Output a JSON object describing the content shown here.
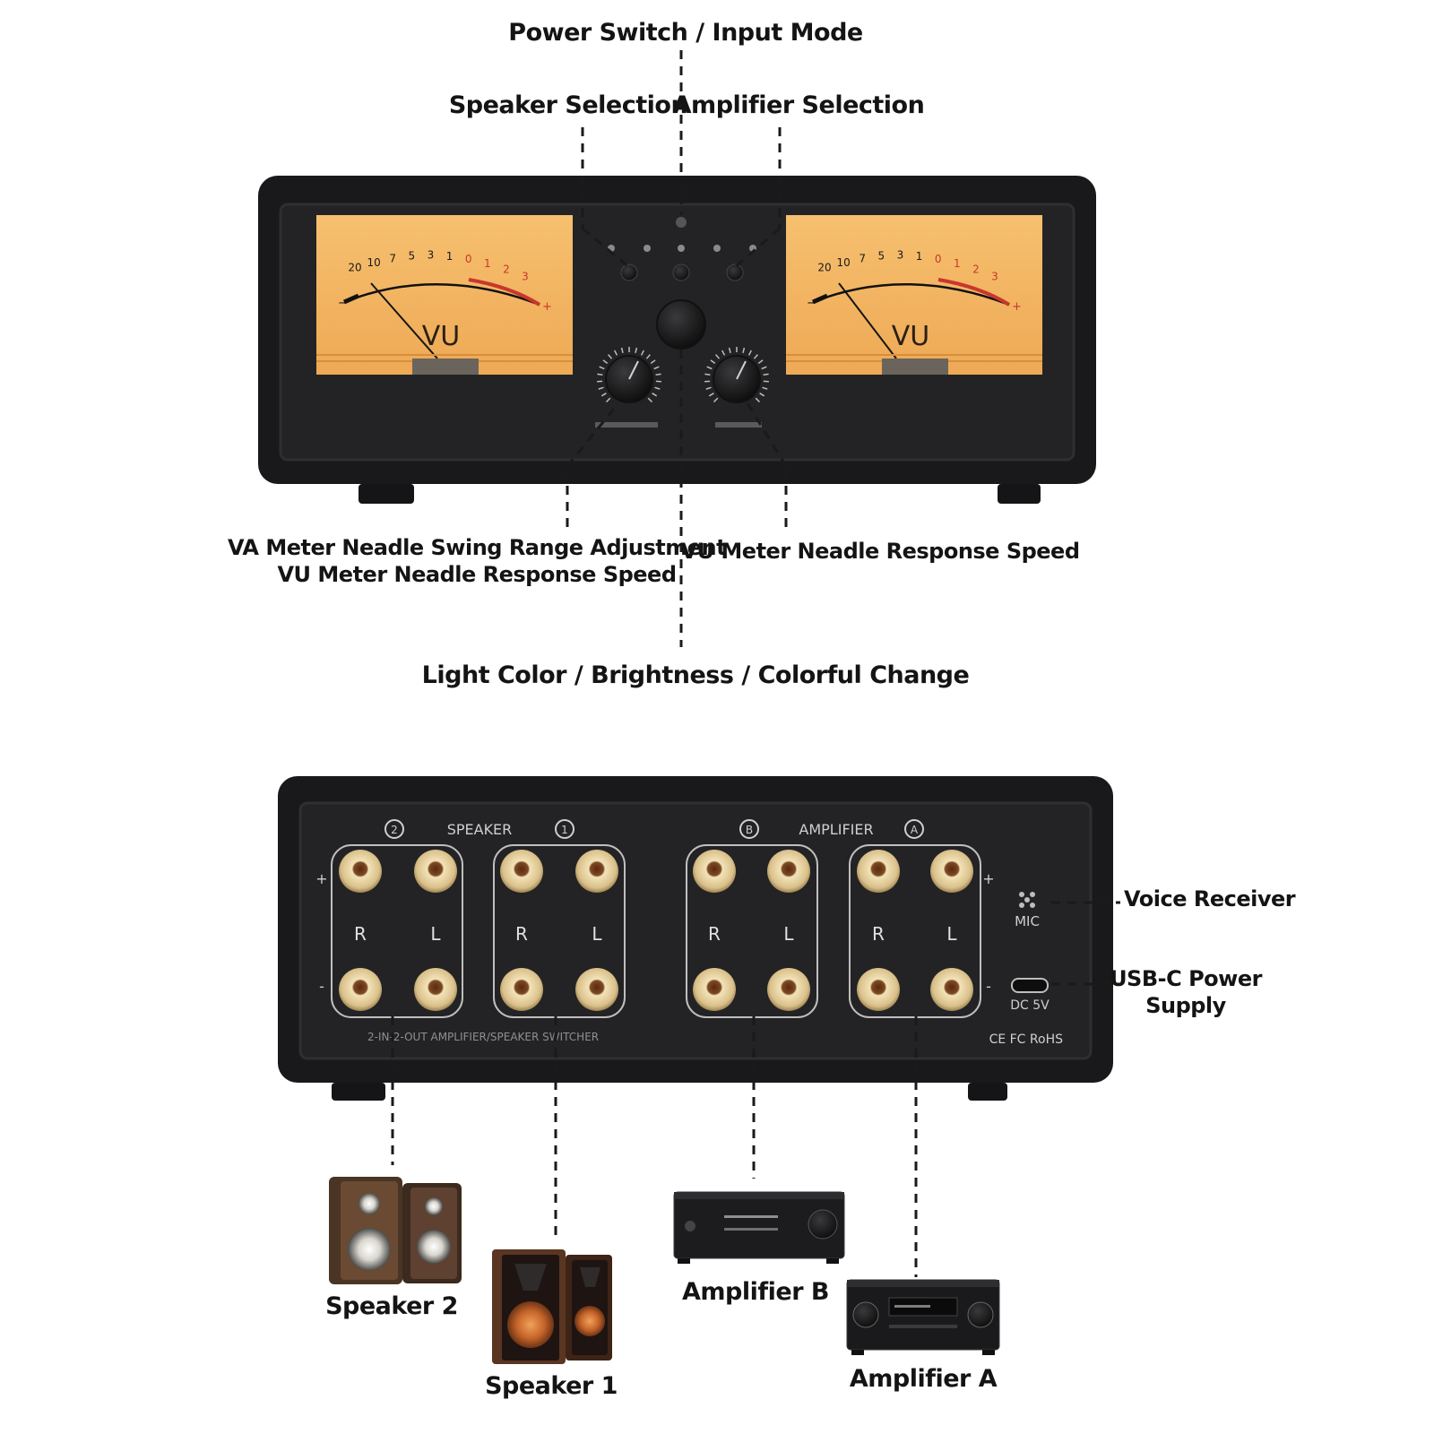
{
  "top_labels": {
    "power_switch": "Power Switch / Input Mode",
    "speaker_selection": "Speaker Selection",
    "amplifier_selection": "Amplifier Selection",
    "swing_range": "VA Meter Neadle Swing Range Adjustment\nVU Meter Neadle Response Speed",
    "response_speed": "VU Meter Neadle Response Speed",
    "light_color": "Light Color / Brightness / Colorful Change"
  },
  "front_panel": {
    "meter_left": {
      "scale": [
        "20",
        "10",
        "7",
        "5",
        "3",
        "1",
        "0",
        "1",
        "2",
        "3"
      ],
      "face_text": "VU"
    },
    "meter_right": {
      "scale": [
        "20",
        "10",
        "7",
        "5",
        "3",
        "1",
        "0",
        "1",
        "2",
        "3"
      ],
      "face_text": "VU"
    },
    "meter_face_color": "#f2b35e"
  },
  "rear_panel": {
    "speaker_header": "SPEAKER",
    "amplifier_header": "AMPLIFIER",
    "group_numbers": [
      "2",
      "1",
      "B",
      "A"
    ],
    "terminal_labels": [
      "R",
      "L"
    ],
    "plus": "+",
    "minus": "-",
    "mic_label": "MIC",
    "dc_label": "DC 5V",
    "model_text": "2-IN-2-OUT AMPLIFIER/SPEAKER SWITCHER",
    "cert_text": "CE FC RoHS"
  },
  "side_labels": {
    "voice_receiver": "Voice Receiver",
    "usb_c": "USB-C Power\nSupply"
  },
  "devices": {
    "speaker_2": "Speaker 2",
    "speaker_1": "Speaker 1",
    "amplifier_b": "Amplifier B",
    "amplifier_a": "Amplifier A"
  },
  "colors": {
    "panel": "#1b1b1d",
    "terminal_gold": "#e7d3a4",
    "meter_red": "#c8372d"
  }
}
